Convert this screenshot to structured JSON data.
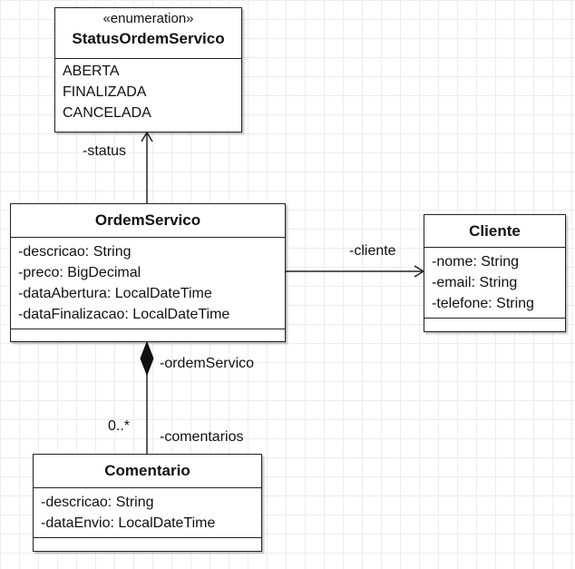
{
  "classes": {
    "status_enum": {
      "stereotype": "«enumeration»",
      "name": "StatusOrdemServico",
      "values": [
        "ABERTA",
        "FINALIZADA",
        "CANCELADA"
      ]
    },
    "ordem_servico": {
      "name": "OrdemServico",
      "attributes": [
        "-descricao: String",
        "-preco: BigDecimal",
        "-dataAbertura: LocalDateTime",
        "-dataFinalizacao: LocalDateTime"
      ]
    },
    "cliente": {
      "name": "Cliente",
      "attributes": [
        "-nome: String",
        "-email: String",
        "-telefone: String"
      ]
    },
    "comentario": {
      "name": "Comentario",
      "attributes": [
        "-descricao: String",
        "-dataEnvio: LocalDateTime"
      ]
    }
  },
  "relations": {
    "status": {
      "label": "-status"
    },
    "cliente": {
      "label": "-cliente"
    },
    "composition": {
      "whole_label": "-ordemServico",
      "part_label": "-comentarios",
      "multiplicity": "0..*"
    }
  },
  "colors": {
    "line": "#222222",
    "grid": "#ececec",
    "box_fill": "#ffffff"
  }
}
